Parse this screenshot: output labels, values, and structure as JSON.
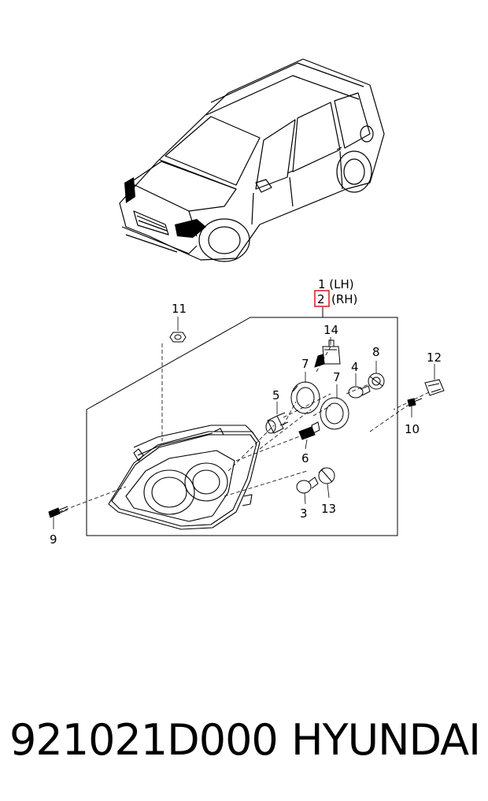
{
  "labels": {
    "p1": "1 (LH)",
    "p2_num": "2",
    "p2_side": "(RH)",
    "p3": "3",
    "p4": "4",
    "p5": "5",
    "p6": "6",
    "p7a": "7",
    "p7b": "7",
    "p8": "8",
    "p9": "9",
    "p10": "10",
    "p11": "11",
    "p12": "12",
    "p13": "13",
    "p14": "14"
  },
  "highlight_color": "#e0141e",
  "footer": {
    "part_number": "921021D000",
    "brand": "HYUNDAI"
  }
}
